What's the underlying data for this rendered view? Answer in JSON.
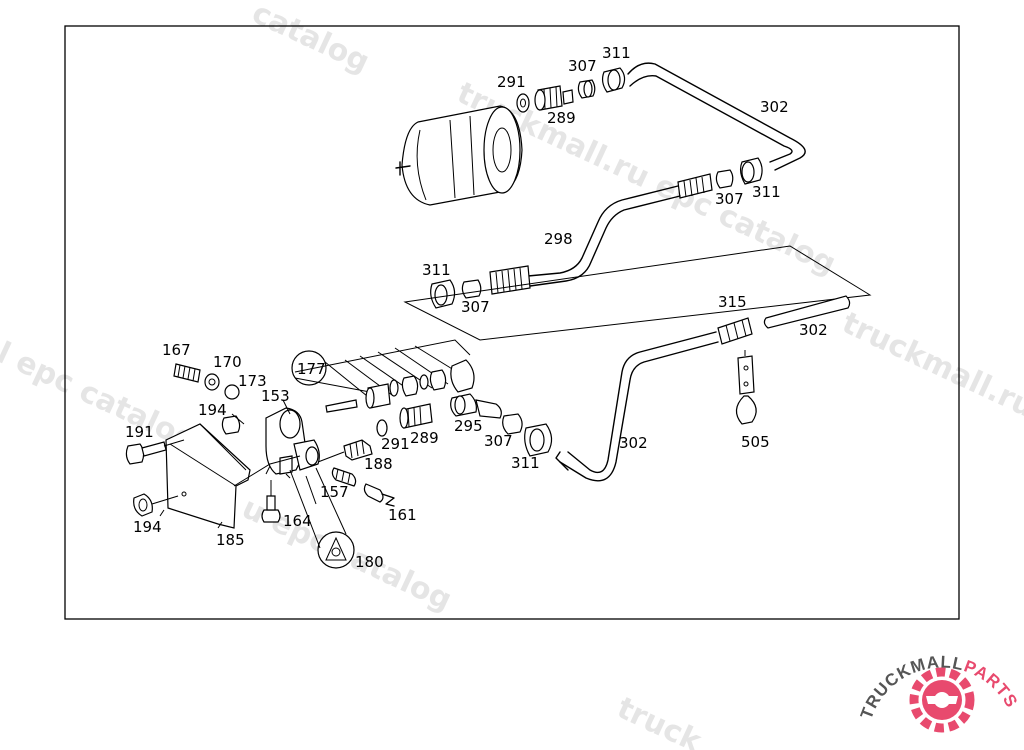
{
  "diagram": {
    "labels": {
      "l291a": "291",
      "l307a": "307",
      "l311a": "311",
      "l289a": "289",
      "l302a": "302",
      "l307b": "307",
      "l311b": "311",
      "l298": "298",
      "l311c": "311",
      "l307c": "307",
      "l315": "315",
      "l302b": "302",
      "l167": "167",
      "l170": "170",
      "l173": "173",
      "l153": "153",
      "l177": "177",
      "l194a": "194",
      "l191": "191",
      "l291b": "291",
      "l289b": "289",
      "l295": "295",
      "l307d": "307",
      "l311d": "311",
      "l302c": "302",
      "l505": "505",
      "l188": "188",
      "l157": "157",
      "l161": "161",
      "l164": "164",
      "l194b": "194",
      "l185": "185",
      "l180": "180"
    }
  },
  "watermarks": [
    "catalog",
    "truckmall.ru epc catalog",
    "truckmall.ru e",
    "u epc catalog",
    "l epc catalog",
    "truck"
  ],
  "logo": {
    "text_dark": "TRUCKMALL",
    "text_accent": "PARTS",
    "dark_color": "#555555",
    "accent_color": "#e84a6e"
  }
}
